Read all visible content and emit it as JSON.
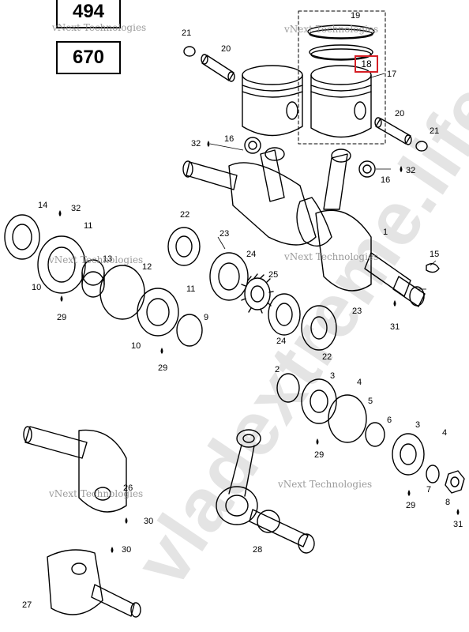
{
  "engines": [
    "494",
    "670"
  ],
  "highlighted_part": "18",
  "watermark": {
    "brand": "vNext Technologies",
    "big_text": "vladextreme.life"
  },
  "callouts": [
    {
      "id": "c21a",
      "text": "21"
    },
    {
      "id": "c20a",
      "text": "20"
    },
    {
      "id": "c19",
      "text": "19"
    },
    {
      "id": "c17",
      "text": "17"
    },
    {
      "id": "c20b",
      "text": "20"
    },
    {
      "id": "c21b",
      "text": "21"
    },
    {
      "id": "c32a",
      "text": "32"
    },
    {
      "id": "c16a",
      "text": "16"
    },
    {
      "id": "c32b",
      "text": "32"
    },
    {
      "id": "c16b",
      "text": "16"
    },
    {
      "id": "c14",
      "text": "14"
    },
    {
      "id": "c32c",
      "text": "32"
    },
    {
      "id": "c11a",
      "text": "11"
    },
    {
      "id": "c22a",
      "text": "22"
    },
    {
      "id": "c23a",
      "text": "23"
    },
    {
      "id": "c1",
      "text": "1"
    },
    {
      "id": "c13",
      "text": "13"
    },
    {
      "id": "c12",
      "text": "12"
    },
    {
      "id": "c24a",
      "text": "24"
    },
    {
      "id": "c15",
      "text": "15"
    },
    {
      "id": "c10a",
      "text": "10"
    },
    {
      "id": "c25",
      "text": "25"
    },
    {
      "id": "c11b",
      "text": "11"
    },
    {
      "id": "c29a",
      "text": "29"
    },
    {
      "id": "c9",
      "text": "9"
    },
    {
      "id": "c23b",
      "text": "23"
    },
    {
      "id": "c31a",
      "text": "31"
    },
    {
      "id": "c10b",
      "text": "10"
    },
    {
      "id": "c24b",
      "text": "24"
    },
    {
      "id": "c22b",
      "text": "22"
    },
    {
      "id": "c29b",
      "text": "29"
    },
    {
      "id": "c2",
      "text": "2"
    },
    {
      "id": "c3a",
      "text": "3"
    },
    {
      "id": "c4a",
      "text": "4"
    },
    {
      "id": "c5",
      "text": "5"
    },
    {
      "id": "c6",
      "text": "6"
    },
    {
      "id": "c3b",
      "text": "3"
    },
    {
      "id": "c4b",
      "text": "4"
    },
    {
      "id": "c29c",
      "text": "29"
    },
    {
      "id": "c7",
      "text": "7"
    },
    {
      "id": "c26",
      "text": "26"
    },
    {
      "id": "c8",
      "text": "8"
    },
    {
      "id": "c29d",
      "text": "29"
    },
    {
      "id": "c30a",
      "text": "30"
    },
    {
      "id": "c31b",
      "text": "31"
    },
    {
      "id": "c28",
      "text": "28"
    },
    {
      "id": "c30b",
      "text": "30"
    },
    {
      "id": "c27",
      "text": "27"
    }
  ]
}
